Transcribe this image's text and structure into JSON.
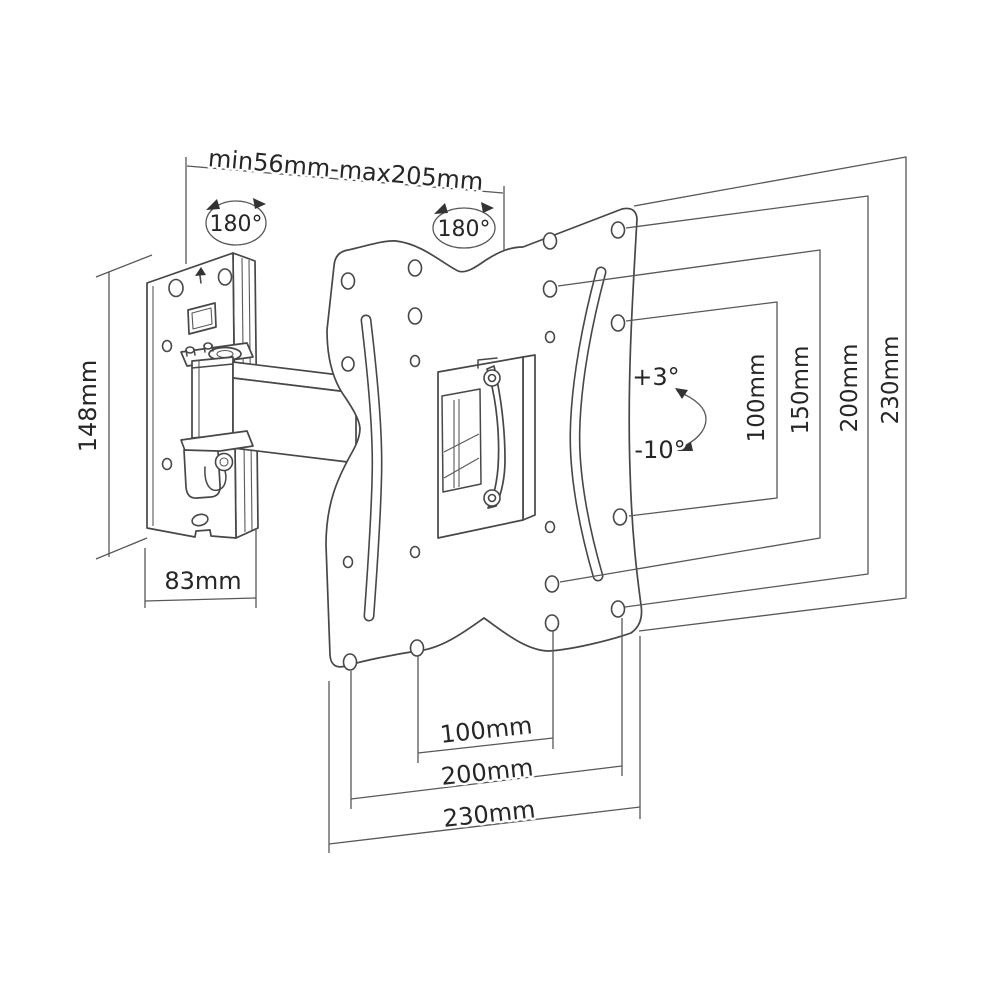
{
  "drawing": {
    "subject": "TV wall mount bracket technical dimension drawing",
    "colors": {
      "background": "#ffffff",
      "part_line": "#474747",
      "dimension_line": "#585858",
      "text": "#262626"
    },
    "annotations": {
      "extension_range": "min56mm-max205mm",
      "swivel_left": "180°",
      "swivel_right": "180°",
      "wall_plate_height": "148mm",
      "wall_plate_width": "83mm",
      "tilt_up": "+3°",
      "tilt_down": "-10°",
      "vesa_vertical_dims": [
        "100mm",
        "150mm",
        "200mm",
        "230mm"
      ],
      "vesa_horizontal_dims": [
        "100mm",
        "200mm",
        "230mm"
      ]
    }
  }
}
